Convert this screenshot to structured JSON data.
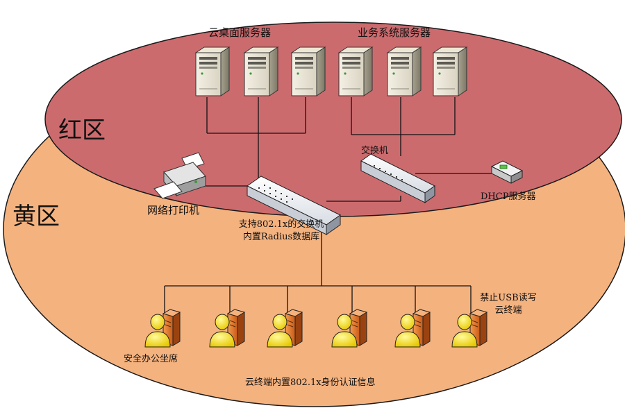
{
  "zones": {
    "red": {
      "label": "红区",
      "color": "#cc6b6e"
    },
    "yellow": {
      "label": "黄区",
      "color": "#f4b27f"
    }
  },
  "groups": {
    "desktop_servers": "云桌面服务器",
    "business_servers": "业务系统服务器"
  },
  "devices": {
    "switch": "交换机",
    "dhcp": "DHCP服务器",
    "printer": "网络打印机",
    "core_switch_line1": "支持802.1x的交换机",
    "core_switch_line2": "内置Radius数据库"
  },
  "terminals": {
    "usb_line1": "禁止USB读写",
    "usb_line2": "云终端",
    "seat": "安全办公坐席",
    "auth": "云终端内置802.1x身份认证信息"
  },
  "icons": {
    "server": "server-tower-icon",
    "switch": "network-switch-icon",
    "printer": "printer-icon",
    "dhcp": "dhcp-server-icon",
    "user": "user-terminal-icon"
  },
  "colors": {
    "outline": "#1a1a1a",
    "line": "#111111",
    "user": "#f7e600",
    "terminal": "#e8762b"
  }
}
